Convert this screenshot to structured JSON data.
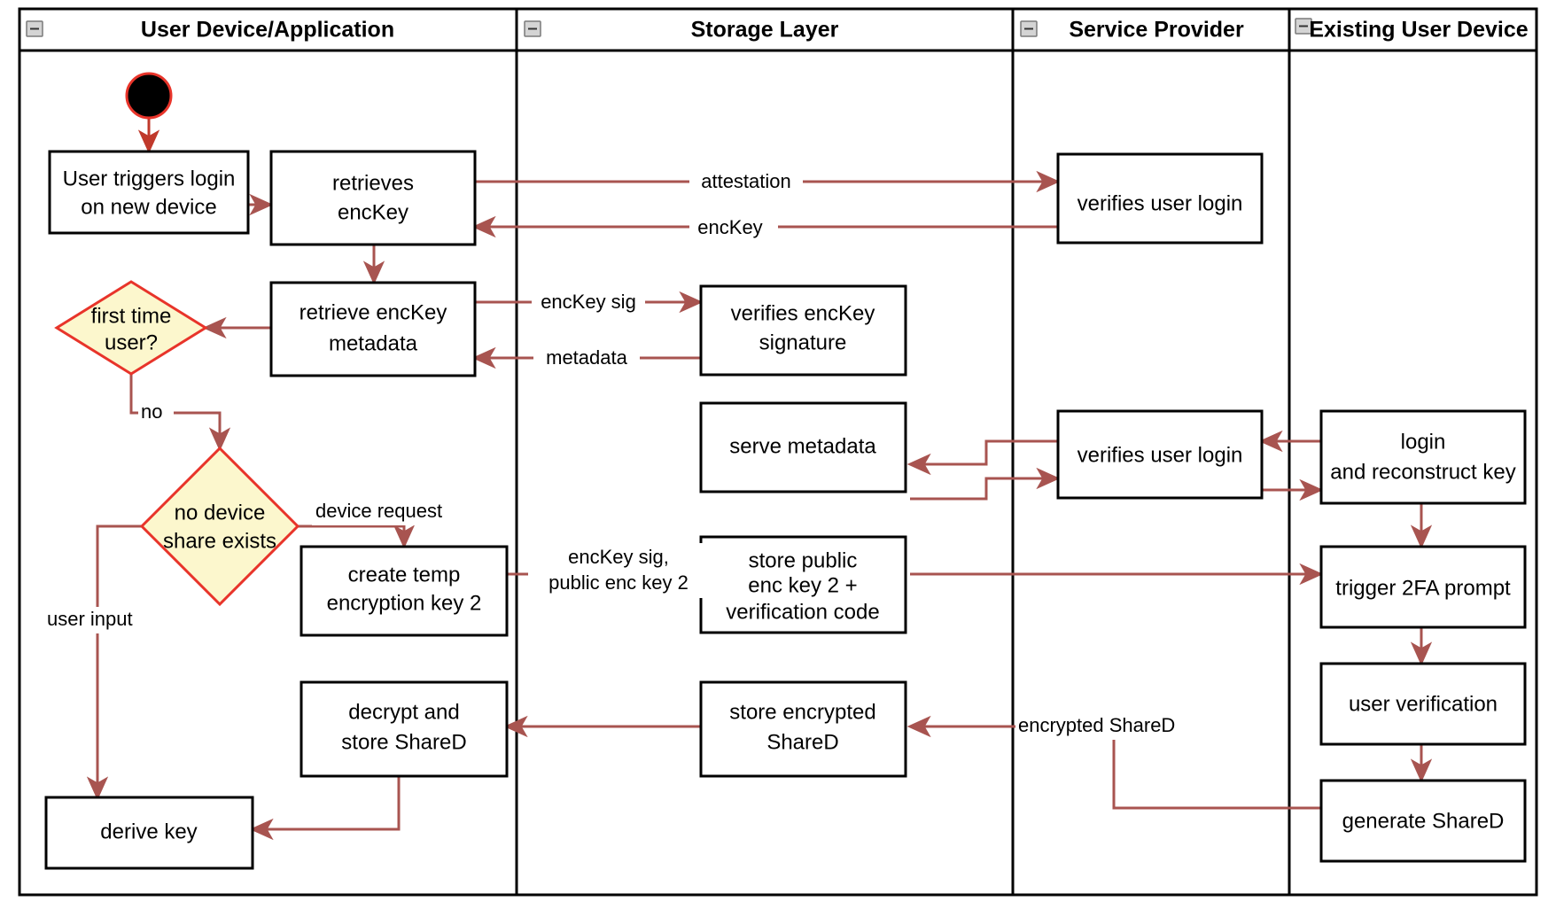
{
  "diagram": {
    "title": "Key reconstruction swimlane activity diagram",
    "colors": {
      "flow_arrow": "#a85450",
      "decision_fill": "#fcf7cd",
      "decision_stroke": "#e8342a",
      "node_stroke": "#000000",
      "start_node_fill": "#000000",
      "background": "#ffffff"
    },
    "lanes": [
      {
        "id": "user-device",
        "label": "User Device/Application",
        "collapse_icon": "collapse-minus-icon"
      },
      {
        "id": "storage-layer",
        "label": "Storage Layer",
        "collapse_icon": "collapse-minus-icon"
      },
      {
        "id": "service-provider",
        "label": "Service Provider",
        "collapse_icon": "collapse-minus-icon"
      },
      {
        "id": "existing-user-device",
        "label": "Existing User Device",
        "collapse_icon": "collapse-minus-icon"
      }
    ],
    "nodes": [
      {
        "id": "start",
        "type": "start",
        "lane": "user-device",
        "label": ""
      },
      {
        "id": "user-triggers-login",
        "type": "activity",
        "lane": "user-device",
        "line1": "User triggers login",
        "line2": "on new device"
      },
      {
        "id": "retrieves-enckey",
        "type": "activity",
        "lane": "user-device",
        "line1": "retrieves",
        "line2": "encKey"
      },
      {
        "id": "retrieve-enckey-metadata",
        "type": "activity",
        "lane": "user-device",
        "line1": "retrieve encKey",
        "line2": "metadata"
      },
      {
        "id": "first-time-user",
        "type": "decision",
        "lane": "user-device",
        "line1": "first time",
        "line2": "user?"
      },
      {
        "id": "no-device-share-exists",
        "type": "decision",
        "lane": "user-device",
        "line1": "no device",
        "line2": "share exists"
      },
      {
        "id": "create-temp-encryption-key-2",
        "type": "activity",
        "lane": "user-device",
        "line1": "create temp",
        "line2": "encryption key 2"
      },
      {
        "id": "decrypt-and-store-shared",
        "type": "activity",
        "lane": "user-device",
        "line1": "decrypt and",
        "line2": "store ShareD"
      },
      {
        "id": "derive-key",
        "type": "activity",
        "lane": "user-device",
        "line1": "derive key",
        "line2": ""
      },
      {
        "id": "verifies-enckey-signature",
        "type": "activity",
        "lane": "storage-layer",
        "line1": "verifies encKey",
        "line2": "signature"
      },
      {
        "id": "serve-metadata",
        "type": "activity",
        "lane": "storage-layer",
        "line1": "serve metadata",
        "line2": ""
      },
      {
        "id": "store-public-enc-key-2",
        "type": "activity",
        "lane": "storage-layer",
        "line1": "store public",
        "line2": "enc key 2 +",
        "line3": "verification code"
      },
      {
        "id": "store-encrypted-shared",
        "type": "activity",
        "lane": "storage-layer",
        "line1": "store encrypted",
        "line2": "ShareD"
      },
      {
        "id": "verifies-user-login-1",
        "type": "activity",
        "lane": "service-provider",
        "line1": "verifies user login",
        "line2": ""
      },
      {
        "id": "verifies-user-login-2",
        "type": "activity",
        "lane": "service-provider",
        "line1": "verifies user login",
        "line2": ""
      },
      {
        "id": "login-and-reconstruct-key",
        "type": "activity",
        "lane": "existing-user-device",
        "line1": "login",
        "line2": "and reconstruct key"
      },
      {
        "id": "trigger-2fa-prompt",
        "type": "activity",
        "lane": "existing-user-device",
        "line1": "trigger 2FA prompt",
        "line2": ""
      },
      {
        "id": "user-verification",
        "type": "activity",
        "lane": "existing-user-device",
        "line1": "user verification",
        "line2": ""
      },
      {
        "id": "generate-shared",
        "type": "activity",
        "lane": "existing-user-device",
        "line1": "generate ShareD",
        "line2": ""
      }
    ],
    "edge_labels": [
      {
        "id": "attestation",
        "text": "attestation"
      },
      {
        "id": "enckey",
        "text": "encKey"
      },
      {
        "id": "enckey-sig",
        "text": "encKey sig"
      },
      {
        "id": "metadata",
        "text": "metadata"
      },
      {
        "id": "no",
        "text": "no"
      },
      {
        "id": "device-request",
        "text": "device request"
      },
      {
        "id": "user-input",
        "text": "user input"
      },
      {
        "id": "enckey-sig-public-enc-key-2-line1",
        "text": "encKey sig,"
      },
      {
        "id": "enckey-sig-public-enc-key-2-line2",
        "text": "public enc key 2"
      },
      {
        "id": "encrypted-shared",
        "text": "encrypted ShareD"
      }
    ]
  }
}
